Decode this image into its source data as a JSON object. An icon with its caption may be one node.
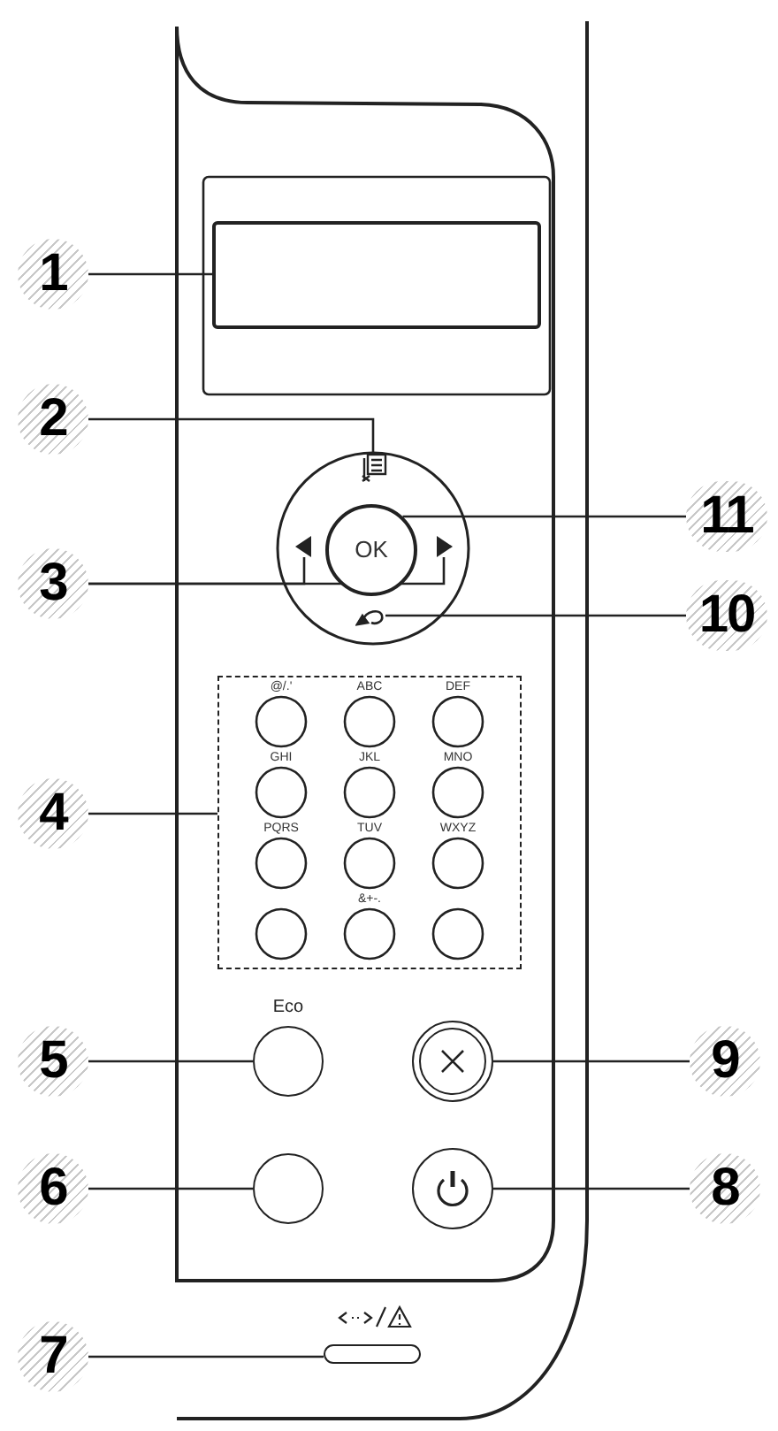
{
  "diagram": {
    "nodes": [
      {
        "text": [
          "1"
        ]
      },
      {
        "text": [],
        "shape": "box"
      },
      {
        "text": [
          "2"
        ]
      },
      {
        "text": [],
        "shape": "picture"
      },
      {
        "text": [
          "3"
        ]
      },
      {
        "text": [],
        "shape": "triangle"
      },
      {
        "text": [],
        "shape": "triangle"
      },
      {
        "text": [
          "OK"
        ]
      },
      {
        "text": [
          "11"
        ]
      },
      {
        "text": [],
        "shape": "picture"
      },
      {
        "text": [
          "10"
        ]
      },
      {
        "text": [
          "4"
        ]
      },
      {
        "text": [],
        "shape": "box"
      },
      {
        "text": [
          "Eco"
        ]
      },
      {
        "text": [
          "5"
        ]
      },
      {
        "text": [],
        "shape": "circle"
      },
      {
        "text": [
          "9"
        ]
      },
      {
        "text": [
          "6"
        ]
      },
      {
        "text": [],
        "shape": "circle"
      },
      {
        "text": [],
        "shape": "circle"
      },
      {
        "text": [
          "8"
        ]
      },
      {
        "text": [
          "7"
        ]
      },
      {
        "text": [],
        "shape": "bar"
      }
    ],
    "edges": [
      {
        "from": 0,
        "to": 1,
        "arrow": "none"
      },
      {
        "from": 2,
        "to": 3,
        "arrow": "none"
      },
      {
        "from": 4,
        "to": 5,
        "arrow": "none"
      },
      {
        "from": 4,
        "to": 6,
        "arrow": "none"
      },
      {
        "from": 8,
        "to": 7,
        "arrow": "none"
      },
      {
        "from": 10,
        "to": 9,
        "arrow": "none"
      },
      {
        "from": 11,
        "to": 12,
        "arrow": "none"
      },
      {
        "from": 14,
        "to": 13,
        "arrow": "none"
      },
      {
        "from": 16,
        "to": 15,
        "arrow": "none"
      },
      {
        "from": 17,
        "to": 18,
        "arrow": "none"
      },
      {
        "from": 20,
        "to": 19,
        "arrow": "none"
      },
      {
        "from": 21,
        "to": 22,
        "arrow": "none"
      }
    ],
    "labels": [
      "@/.'",
      "ABC",
      "DEF",
      "GHI",
      "JKL",
      "MNO",
      "PQRS",
      "TUV",
      "WXYZ",
      "&+-."
    ]
  }
}
